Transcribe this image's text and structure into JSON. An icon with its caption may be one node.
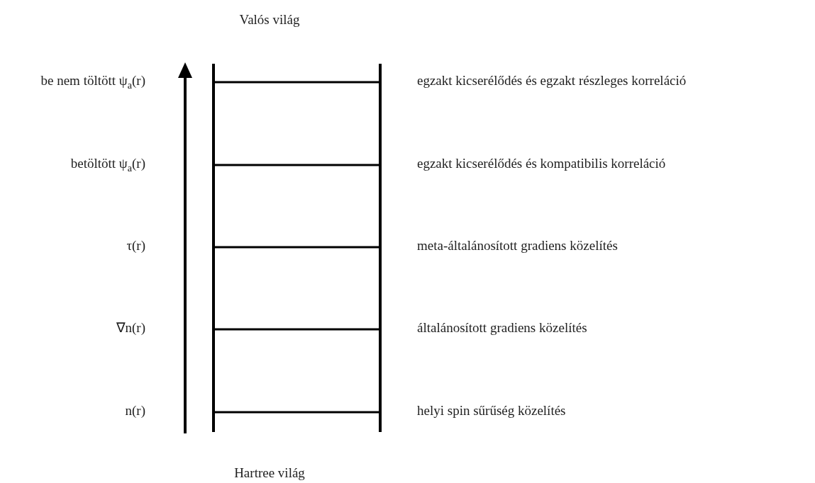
{
  "diagram": {
    "labels": [
      "Valós világ",
      "be nem töltött ψ$_{a}$(r)",
      "egzakt kicserélődés és egzakt részleges korreláció",
      "betöltött ψ$_{a}$(r)",
      "egzakt kicserélődés és kompatibilis korreláció",
      "τ(r)",
      "meta-általánosított gradiens közelítés",
      "∇n(r)",
      "általánosított gradiens közelítés",
      "n(r)",
      "helyi spin sűrűség közelítés",
      "Hartree világ"
    ]
  }
}
